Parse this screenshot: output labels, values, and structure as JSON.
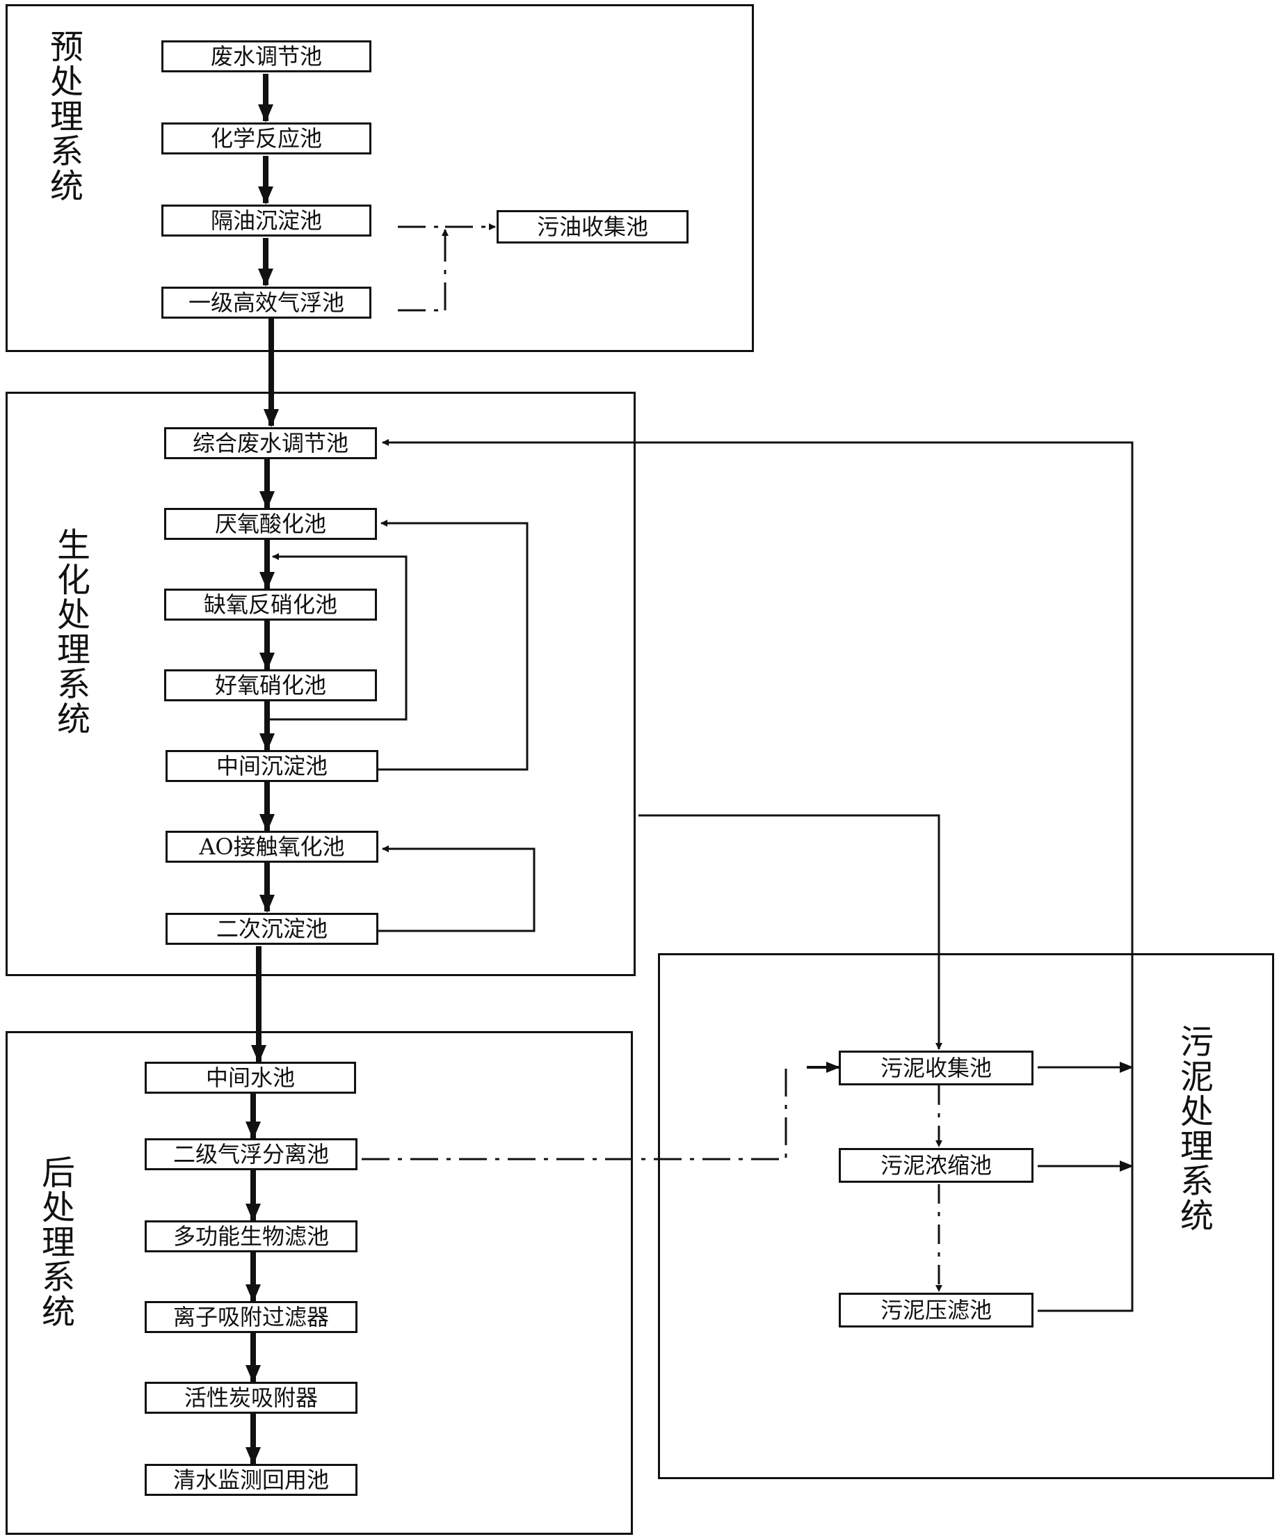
{
  "groups": {
    "pre": {
      "title": "预处理系统"
    },
    "bio": {
      "title": "生化处理系统"
    },
    "post": {
      "title": "后处理系统"
    },
    "sludge": {
      "title": "污泥处理系统"
    }
  },
  "nodes": {
    "n_waste_reg": "废水调节池",
    "n_chem": "化学反应池",
    "n_oil_sep": "隔油沉淀池",
    "n_float1": "一级高效气浮池",
    "n_oil_col": "污油收集池",
    "n_comp_reg": "综合废水调节池",
    "n_anaer": "厌氧酸化池",
    "n_anox": "缺氧反硝化池",
    "n_oxic": "好氧硝化池",
    "n_mid_set": "中间沉淀池",
    "n_ao": "AO接触氧化池",
    "n_sec_set": "二次沉淀池",
    "n_mid_pool": "中间水池",
    "n_float2": "二级气浮分离池",
    "n_biofilter": "多功能生物滤池",
    "n_ion": "离子吸附过滤器",
    "n_carbon": "活性炭吸附器",
    "n_reuse": "清水监测回用池",
    "n_sludge_col": "污泥收集池",
    "n_sludge_thick": "污泥浓缩池",
    "n_sludge_press": "污泥压滤池"
  },
  "colors": {
    "line": "#111111",
    "background": "#ffffff"
  }
}
